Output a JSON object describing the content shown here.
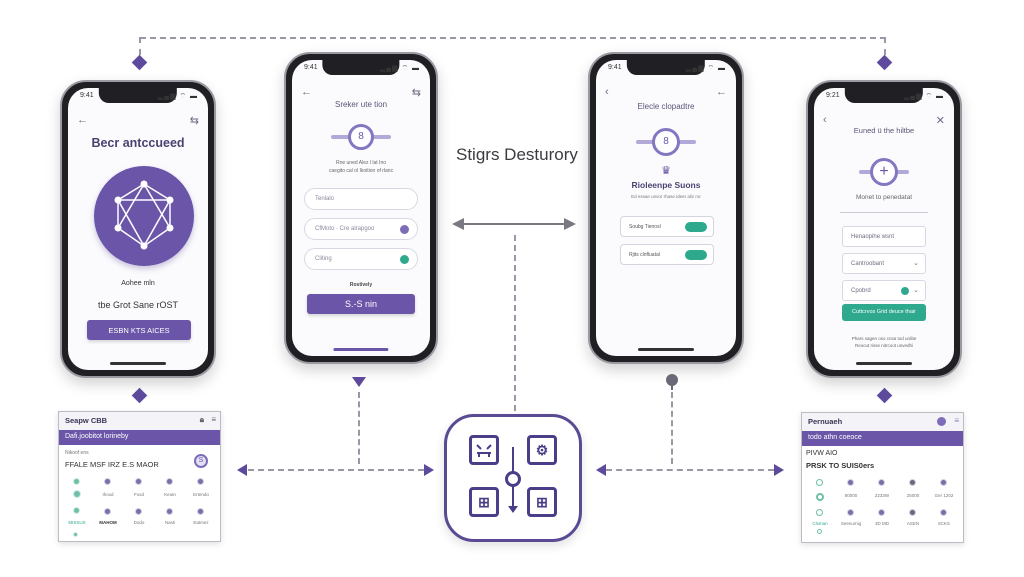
{
  "diagram": {
    "title": "Stigrs Desturory",
    "colors": {
      "accent": "#6a55a8",
      "teal": "#2ea98e",
      "connector": "#9a98a6",
      "dark": "#1f1f24"
    }
  },
  "phones": [
    {
      "status_time": "9:41",
      "status_icons": "▂▄▆ ⌔ ▬",
      "back_icon": "←",
      "right_icon": "⇆",
      "title": "Becr antccueed",
      "hero_icon": "network-hexagon",
      "label": "Aohee mln",
      "subtitle": "tbe Grot Sane rOST",
      "button": "ESBN KTS AICES"
    },
    {
      "status_time": "9:41",
      "status_icons": "▂▄▆ ⌔ ▬",
      "back_icon": "←",
      "right_icon": "⇆",
      "title": "Sreker ute tion",
      "badge": "8",
      "description_line1": "Rne uned Alez l lat Ino",
      "description_line2": "caegito cal ol Ikoition of rlanc",
      "inputs": [
        {
          "placeholder": "Tenlalo",
          "dot": ""
        },
        {
          "placeholder": "CfMoto · Cre alrapgoo",
          "dot": "#7d6db9"
        },
        {
          "placeholder": "Cliting",
          "dot": "#2ea98e"
        }
      ],
      "caption": "Rostively",
      "button": "S.-S nin"
    },
    {
      "status_time": "9:41",
      "status_icons": "▂▄▆ ⌔ ▬",
      "back_icon": "‹",
      "right_icon": "←",
      "title": "Elecle clopadtre",
      "badge": "8",
      "crown_icon": "♛",
      "heading": "Rioleenpe Suons",
      "subheading": "Ed essae unvor rhase ideer aliz ror",
      "rows": [
        {
          "label": "Soubg Tienosl",
          "toggle": "Etach"
        },
        {
          "label": "Rjits clnfluatal",
          "toggle": "Etach"
        }
      ]
    },
    {
      "status_time": "9:21",
      "status_icons": "▂▄▆ ⌔ ▬",
      "back_icon": "‹",
      "close_icon": "✕",
      "title": "Euned ü the hiltbe",
      "plus_icon": "+",
      "subtitle": "Monet to penedatat",
      "inputs": [
        {
          "value": "Henaopihe wsnt",
          "chevron": false
        },
        {
          "value": "Cantroobant",
          "chevron": true
        },
        {
          "value": "Cpobrd",
          "chevron": true,
          "dot": true
        }
      ],
      "button": "Cuttcrvos Grid deuce thair",
      "footer_line1": "Phars sagen oso cnsa tod urdite",
      "footer_line2": "Reocut risse nitrcoot unvedhi"
    }
  ],
  "dashboards": {
    "left": {
      "header": "Seapw CBB",
      "header_icons": [
        "lock-icon",
        "menu-icon"
      ],
      "bar": "Dafi.joobitot lorineby",
      "label": "Nikoof ens",
      "headline": "FFALE MSF IRZ E.S MAOR",
      "badge": "S",
      "row1_labels": [
        "Ihoxd",
        "Foxd",
        "Keutn",
        "Ertendo"
      ],
      "row2_labels": [
        "MAHOM",
        "Dodo",
        "Nasti",
        "Eatmez"
      ],
      "side_label": "MISSUS"
    },
    "right": {
      "header": "Pernuaeh",
      "bar": "todo athn coeoce",
      "label": "PIVW AIO",
      "headline": "PRSK TO SUIS0ers",
      "row1_labels": [
        "80000",
        "2233W",
        "25000",
        "Ger 1202"
      ],
      "row2_labels": [
        "Seenumig",
        "3D MD",
        "ASEN",
        "5CKS"
      ],
      "side_label": "Clsman"
    }
  },
  "hub": {
    "tiles": [
      "control-icon",
      "gear-icon",
      "grid-icon",
      "grid-icon"
    ]
  }
}
